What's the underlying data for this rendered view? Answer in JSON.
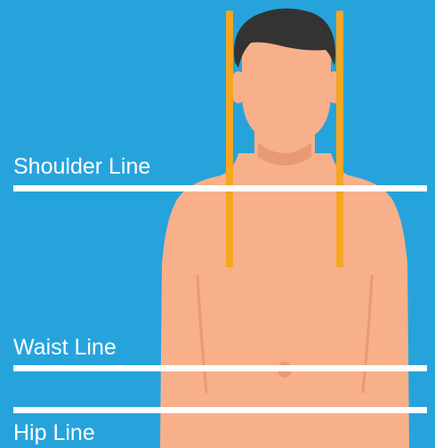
{
  "colors": {
    "background": "#27a3dc",
    "skin": "#f7b08a",
    "skin_shadow": "#e89a75",
    "hair": "#333333",
    "guide_line": "#f5a623",
    "measure_line": "#ffffff",
    "label_text": "#ffffff"
  },
  "lines": [
    {
      "id": "shoulder",
      "label": "Shoulder Line"
    },
    {
      "id": "waist",
      "label": "Waist Line"
    },
    {
      "id": "hip",
      "label": "Hip Line"
    }
  ]
}
